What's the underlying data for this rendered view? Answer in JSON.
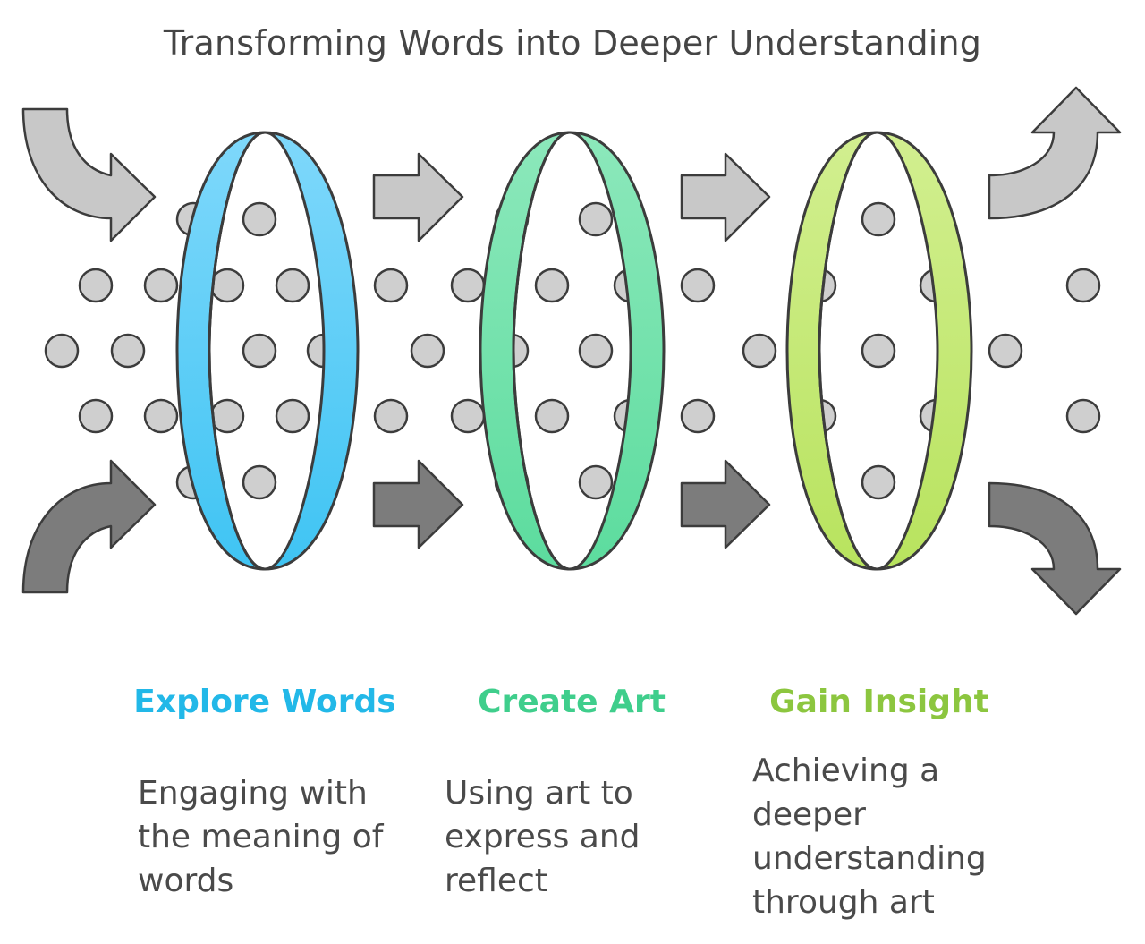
{
  "title": "Transforming Words into Deeper Understanding",
  "stages": [
    {
      "title": "Explore Words",
      "description": "Engaging with the meaning of words",
      "color": "#22b8e8",
      "ring_light": "#7fd8fb",
      "ring_dark": "#3fc4f3"
    },
    {
      "title": "Create Art",
      "description": "Using art to express and reflect",
      "color": "#3fce8c",
      "ring_light": "#8ce8bb",
      "ring_dark": "#5cdc9e"
    },
    {
      "title": "Gain Insight",
      "description": "Achieving a deeper understanding through art",
      "color": "#8cc63f",
      "ring_light": "#d2ef90",
      "ring_dark": "#b8e35e"
    }
  ],
  "colors": {
    "dot": "#cfcfcf",
    "outline": "#3c3c3c",
    "arrow_light": "#c8c8c8",
    "arrow_dark": "#7c7c7c"
  }
}
